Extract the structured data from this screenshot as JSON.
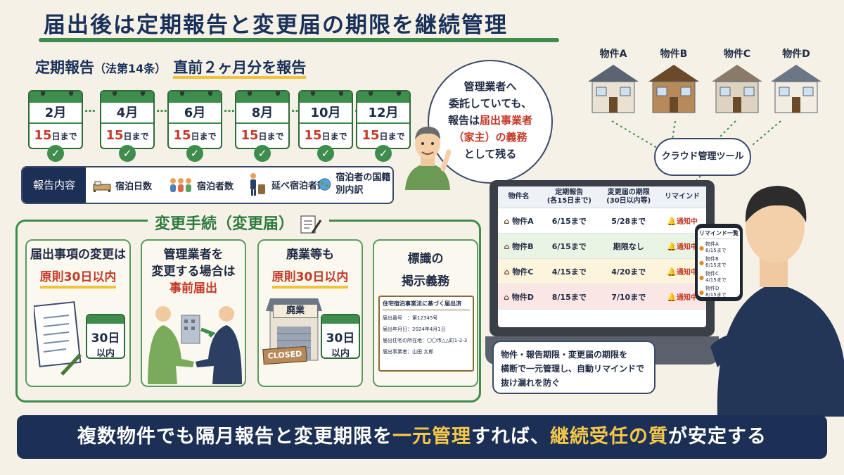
{
  "title": "届出後は定期報告と変更届の期限を継続管理",
  "periodic": {
    "heading": "定期報告",
    "article": "（法第14条）",
    "highlight": "直前２ヶ月分を報告",
    "months": [
      {
        "month": "2月",
        "day": "15日まで"
      },
      {
        "month": "4月",
        "day": "15日まで"
      },
      {
        "month": "6月",
        "day": "15日まで"
      },
      {
        "month": "8月",
        "day": "15日まで"
      },
      {
        "month": "10月",
        "day": "15日まで"
      },
      {
        "month": "12月",
        "day": "15日まで"
      }
    ],
    "content_label": "報告内容",
    "items": [
      "宿泊日数",
      "宿泊者数",
      "延べ宿泊者数",
      "宿泊者の国籍別内訳"
    ]
  },
  "speech": {
    "line1": "管理業者へ",
    "line2": "委託していても、",
    "line3a": "報告は",
    "line3b": "届出事業者",
    "line4": "（家主）の義務",
    "line5": "として残る"
  },
  "change": {
    "title": "変更手続（変更届）",
    "cards": [
      {
        "line1": "届出事項の変更は",
        "line2": "原則30日以内",
        "badge1": "30日",
        "badge2": "以内"
      },
      {
        "line1": "管理業者を",
        "line2": "変更する場合は",
        "line3": "事前届出"
      },
      {
        "line1": "廃業等も",
        "line2": "原則30日以内",
        "shop_sign": "廃業",
        "closed": "CLOSED",
        "badge1": "30日",
        "badge2": "以内"
      },
      {
        "line1": "標識の",
        "line2": "掲示義務",
        "sign_title": "住宅宿泊事業法に基づく届出済",
        "sign_rows": [
          "届出番号　：第12345号",
          "届出年月日：2024年4月1日",
          "届出住宅の所在地：〇〇市△△町1-2-3",
          "届出事業者：山田 太郎"
        ]
      }
    ]
  },
  "properties": {
    "labels": [
      "物件A",
      "物件B",
      "物件C",
      "物件D"
    ],
    "cloud": "クラウド管理ツール"
  },
  "table": {
    "headers": [
      "物件名",
      "定期報告\n(各15日まで)",
      "変更届の期限\n(30日以内等)",
      "リマインド"
    ],
    "rows": [
      {
        "name": "物件A",
        "report": "6/15まで",
        "change": "5/28まで",
        "remind": "通知中"
      },
      {
        "name": "物件B",
        "report": "6/15まで",
        "change": "期限なし",
        "remind": "通知中"
      },
      {
        "name": "物件C",
        "report": "4/15まで",
        "change": "4/20まで",
        "remind": "通知中"
      },
      {
        "name": "物件D",
        "report": "8/15まで",
        "change": "7/10まで",
        "remind": "通知中"
      }
    ],
    "row_colors": [
      "#ffffff",
      "#eaf4e4",
      "#fdf4dc",
      "#fbe6e6"
    ]
  },
  "phone": {
    "title": "リマインド一覧",
    "items": [
      {
        "name": "物件A",
        "date": "6/15まで"
      },
      {
        "name": "物件B",
        "date": "6/15まで"
      },
      {
        "name": "物件C",
        "date": "4/15まで"
      },
      {
        "name": "物件D",
        "date": "8/15まで"
      }
    ]
  },
  "note": {
    "line1": "物件・報告期限・変更届の期限を",
    "line2": "横断で一元管理し、自動リマインドで",
    "line3": "抜け漏れを防ぐ"
  },
  "banner": {
    "p1": "複数物件でも隔月報告と変更期限を",
    "p2": "一元管理",
    "p3": "すれば、",
    "p4": "継続受任の質",
    "p5": "が安定する"
  },
  "colors": {
    "navy": "#1c2f55",
    "green": "#3e8d4c",
    "red": "#c33a28",
    "yellow": "#f4c84a"
  }
}
